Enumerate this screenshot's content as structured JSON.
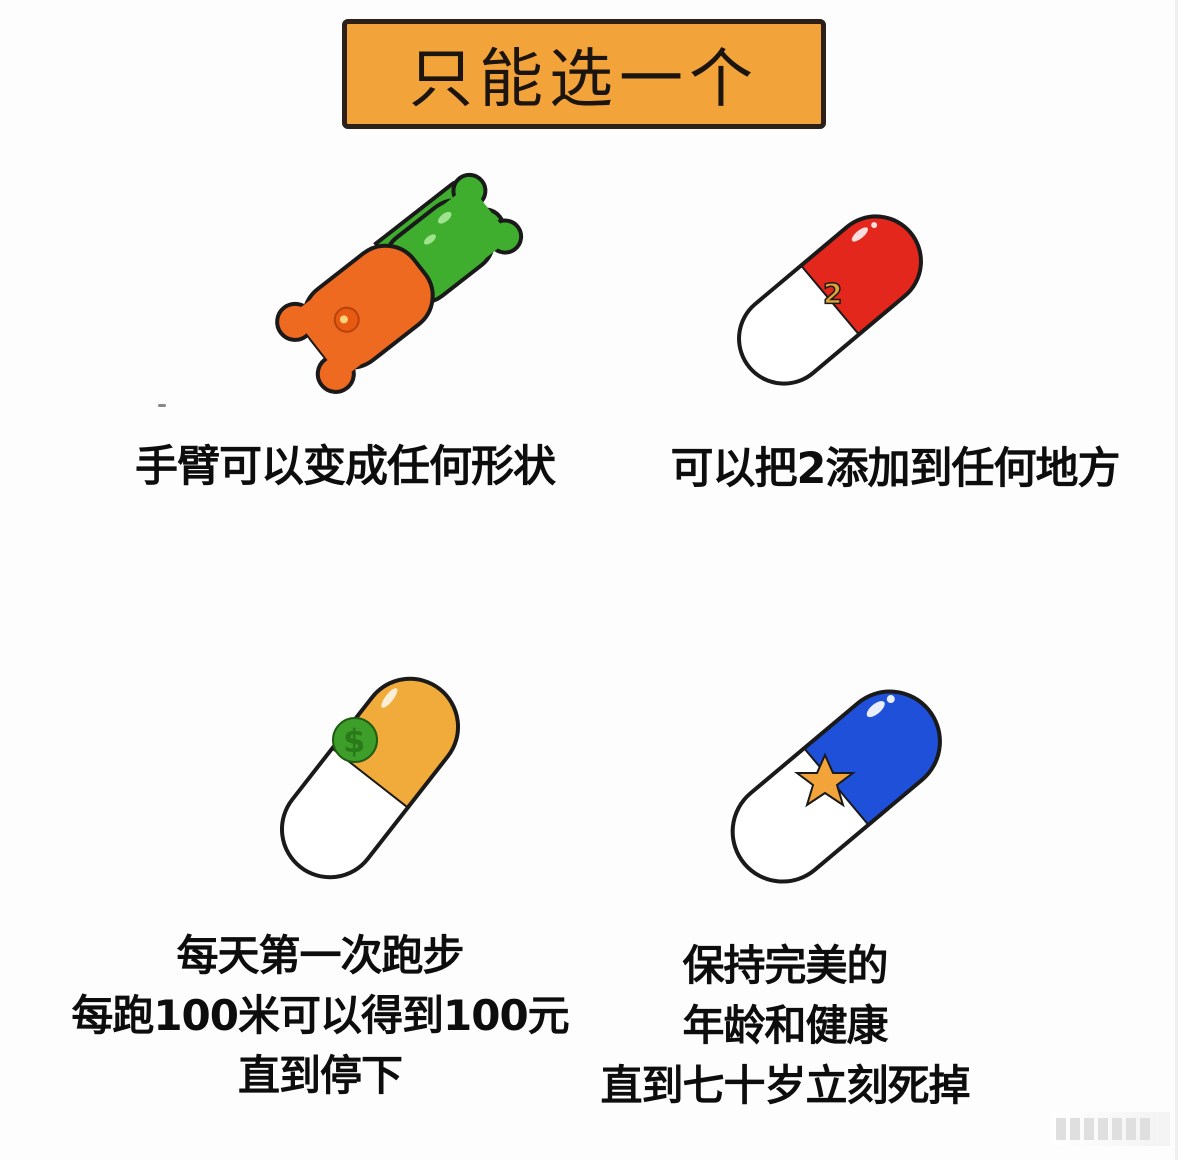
{
  "title": "只能选一个",
  "options": [
    {
      "id": "gummy-bear",
      "caption_lines": [
        "手臂可以变成任何形状"
      ],
      "colors": {
        "top": "#3fae2f",
        "bottom": "#ef6a21",
        "outline": "#1a1a1a"
      }
    },
    {
      "id": "red-pill",
      "caption_lines": [
        "可以把2添加到任何地方"
      ],
      "badge": "2",
      "colors": {
        "top": "#e4271c",
        "bottom": "#ffffff",
        "badge": "#e0a23a",
        "outline": "#1a1a1a"
      }
    },
    {
      "id": "orange-pill",
      "caption_lines": [
        "每天第一次跑步",
        "每跑100米可以得到100元",
        "直到停下"
      ],
      "badge": "$",
      "colors": {
        "top": "#f1ab3a",
        "bottom": "#ffffff",
        "badge": "#3e9e2a",
        "outline": "#1a1a1a"
      }
    },
    {
      "id": "blue-pill",
      "caption_lines": [
        "保持完美的",
        "年龄和健康",
        "直到七十岁立刻死掉"
      ],
      "badge": "star",
      "colors": {
        "top": "#1f50d9",
        "bottom": "#ffffff",
        "badge": "#f2a43a",
        "outline": "#1a1a1a"
      }
    }
  ],
  "colors": {
    "background": "#fdfdfd",
    "title_box": "#f2a43a",
    "title_border": "#2b2118",
    "text": "#0d0d0d"
  }
}
